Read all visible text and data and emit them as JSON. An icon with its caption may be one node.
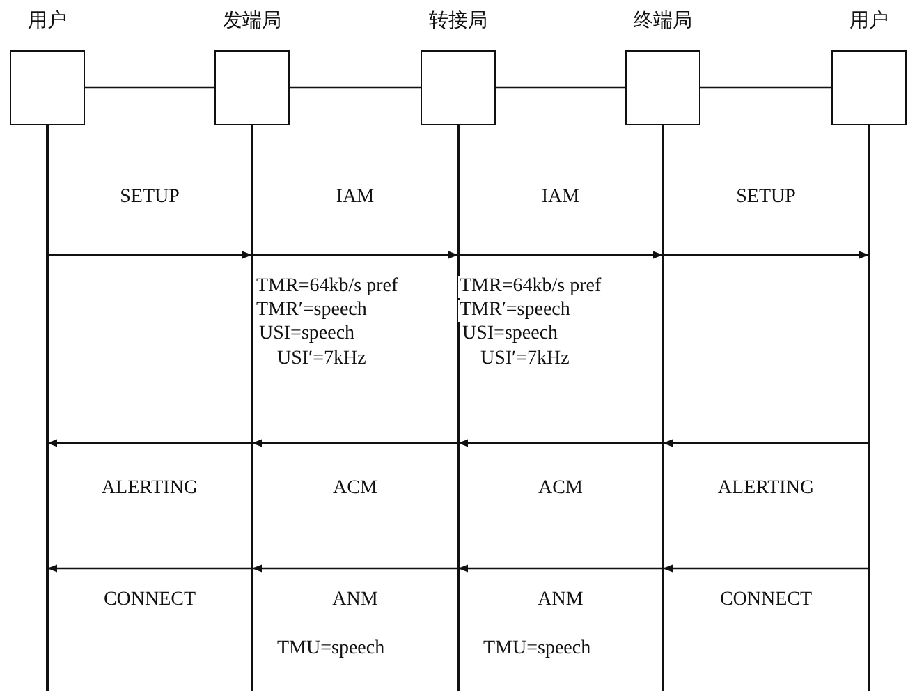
{
  "diagram": {
    "nodes": [
      {
        "text": [
          "用户"
        ]
      },
      {
        "text": [
          "发端局"
        ]
      },
      {
        "text": [
          "转接局"
        ]
      },
      {
        "text": [
          "终端局"
        ]
      },
      {
        "text": [
          "用户"
        ]
      }
    ],
    "edges": [
      {
        "from": 0,
        "to": 1,
        "arrow": "none"
      },
      {
        "from": 1,
        "to": 2,
        "arrow": "none"
      },
      {
        "from": 2,
        "to": 3,
        "arrow": "none"
      },
      {
        "from": 3,
        "to": 4,
        "arrow": "none"
      },
      {
        "from": 0,
        "to": 1,
        "arrow": "to",
        "label": "SETUP"
      },
      {
        "from": 1,
        "to": 2,
        "arrow": "to",
        "label": "IAM"
      },
      {
        "from": 2,
        "to": 3,
        "arrow": "to",
        "label": "IAM"
      },
      {
        "from": 3,
        "to": 4,
        "arrow": "to",
        "label": "SETUP"
      },
      {
        "from": 1,
        "to": 0,
        "arrow": "to",
        "label": "ALERTING"
      },
      {
        "from": 2,
        "to": 1,
        "arrow": "to",
        "label": "ACM"
      },
      {
        "from": 3,
        "to": 2,
        "arrow": "to",
        "label": "ACM"
      },
      {
        "from": 4,
        "to": 3,
        "arrow": "to",
        "label": "ALERTING"
      },
      {
        "from": 1,
        "to": 0,
        "arrow": "to",
        "label": "CONNECT"
      },
      {
        "from": 2,
        "to": 1,
        "arrow": "to",
        "label": "ANM"
      },
      {
        "from": 3,
        "to": 2,
        "arrow": "to",
        "label": "ANM"
      },
      {
        "from": 4,
        "to": 3,
        "arrow": "to",
        "label": "CONNECT"
      }
    ],
    "labels": [
      "TMR=64kb/s pref",
      "TMR′=speech",
      "USI=speech",
      "USI′=7kHz",
      "TMR=64kb/s pref",
      "TMR′=speech",
      "USI=speech",
      "USI′=7kHz",
      "TMU=speech",
      "TMU=speech"
    ]
  }
}
